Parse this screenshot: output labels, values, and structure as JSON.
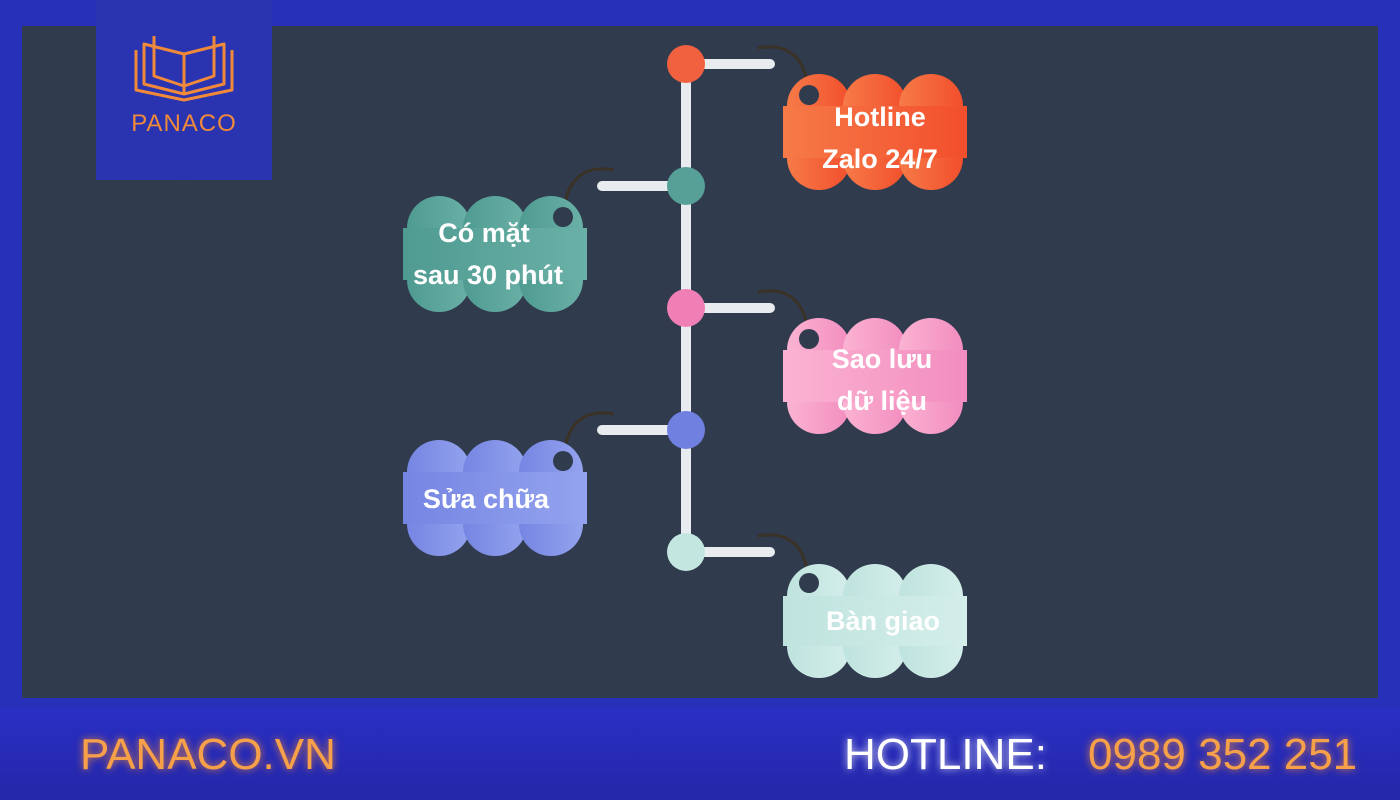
{
  "brand": {
    "logo_text": "PANACO"
  },
  "footer": {
    "site": "PANACO.VN",
    "hotline_label": "HOTLINE:",
    "hotline_number": "0989 352 251"
  },
  "steps": [
    {
      "lines": [
        "Hotline",
        "Zalo 24/7"
      ],
      "color": "#f4663f"
    },
    {
      "lines": [
        "Có mặt",
        "sau 30 phút"
      ],
      "color": "#5aa39a"
    },
    {
      "lines": [
        "Sao lưu",
        "dữ liệu"
      ],
      "color": "#f59ac4"
    },
    {
      "lines": [
        "Sửa chữa"
      ],
      "color": "#8191e6"
    },
    {
      "lines": [
        "Bàn giao"
      ],
      "color": "#c7e8e3"
    }
  ]
}
